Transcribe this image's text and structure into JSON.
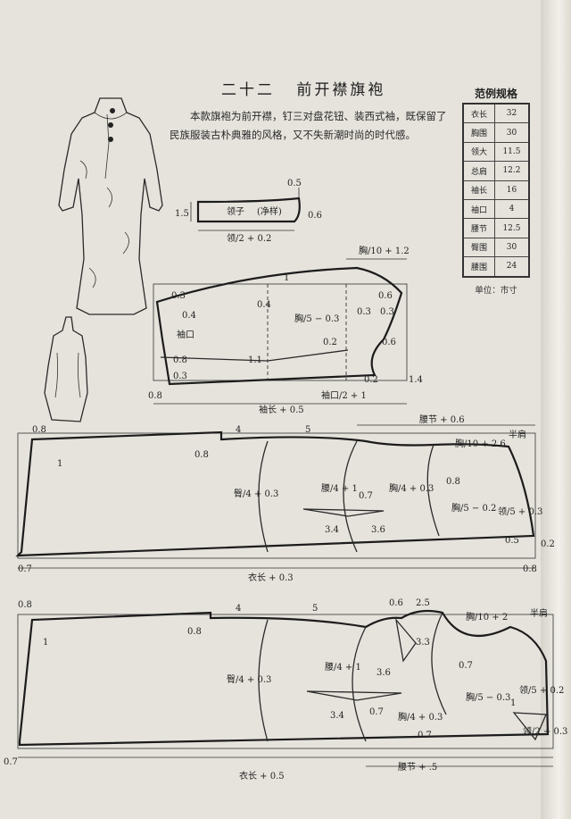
{
  "header": {
    "section_number": "二十二",
    "title": "前开襟旗袍"
  },
  "intro_text": "本款旗袍为前开襟，钉三对盘花钮、装西式袖，既保留了民族服装古朴典雅的风格，又不失新潮时尚的时代感。",
  "spec_table": {
    "title": "范例规格",
    "rows": [
      {
        "label": "衣长",
        "value": "32"
      },
      {
        "label": "胸围",
        "value": "30"
      },
      {
        "label": "领大",
        "value": "11.5"
      },
      {
        "label": "总肩",
        "value": "12.2"
      },
      {
        "label": "袖长",
        "value": "16"
      },
      {
        "label": "袖口",
        "value": "4"
      },
      {
        "label": "腰节",
        "value": "12.5"
      },
      {
        "label": "臀围",
        "value": "30"
      },
      {
        "label": "腰围",
        "value": "24"
      }
    ],
    "unit": "单位：市寸"
  },
  "collar_labels": {
    "collar": "领子",
    "net": "(净样)",
    "width": "1.5",
    "d1": "0.5",
    "d2": "0.6",
    "formula": "领/2 + 0.2"
  },
  "sleeve_labels": {
    "top": "胸/10 + 1.2",
    "v1": "0.3",
    "v2": "0.4",
    "v3": "1",
    "v4": "0.6",
    "v5": "0.3",
    "v6": "0.3",
    "v7": "0.4",
    "v8": "0.6",
    "v9": "0.2",
    "v10": "0.8",
    "v11": "1.1",
    "v12": "0.3",
    "v13": "0.2",
    "v14": "0.8",
    "v15": "1.4",
    "cuff": "袖口",
    "mid": "胸/5 − 0.3",
    "cuff_w": "袖口/2 + 1",
    "length": "袖长 + 0.5"
  },
  "back_labels": {
    "waist": "腰节 + 0.6",
    "shoulder": "半肩",
    "v08a": "0.8",
    "v1": "1",
    "v4": "4",
    "v08b": "0.8",
    "v5": "5",
    "chest1": "胸/10 + 2.6",
    "v08c": "0.8",
    "hip": "臀/4 + 0.3",
    "waist4": "腰/4 + 1",
    "v07": "0.7",
    "chest4": "胸/4 + 0.3",
    "chest5": "胸/5 − 0.2",
    "neck": "领/5 + 0.3",
    "v34": "3.4",
    "v36": "3.6",
    "v05": "0.5",
    "v02": "0.2",
    "v07b": "0.7",
    "v08d": "0.8",
    "length": "衣长 + 0.3"
  },
  "front_labels": {
    "v08a": "0.8",
    "v1": "1",
    "v4": "4",
    "v08b": "0.8",
    "v5": "5",
    "v06": "0.6",
    "v25": "2.5",
    "chest10": "胸/10 + 2",
    "shoulder": "半肩",
    "v33": "3.3",
    "v07": "0.7",
    "hip": "臀/4 + 0.3",
    "waist4": "腰/4 + 1",
    "v36": "3.6",
    "chest5": "胸/5 − 0.3",
    "neck": "领/5 + 0.2",
    "v34": "3.4",
    "v07b": "0.7",
    "chest4": "胸/4 + 0.3",
    "v07c": "0.7",
    "v1b": "1",
    "lc": "领/2 + 0.3",
    "v07d": "0.7",
    "waist": "腰节 + .5",
    "length": "衣长 + 0.5"
  }
}
